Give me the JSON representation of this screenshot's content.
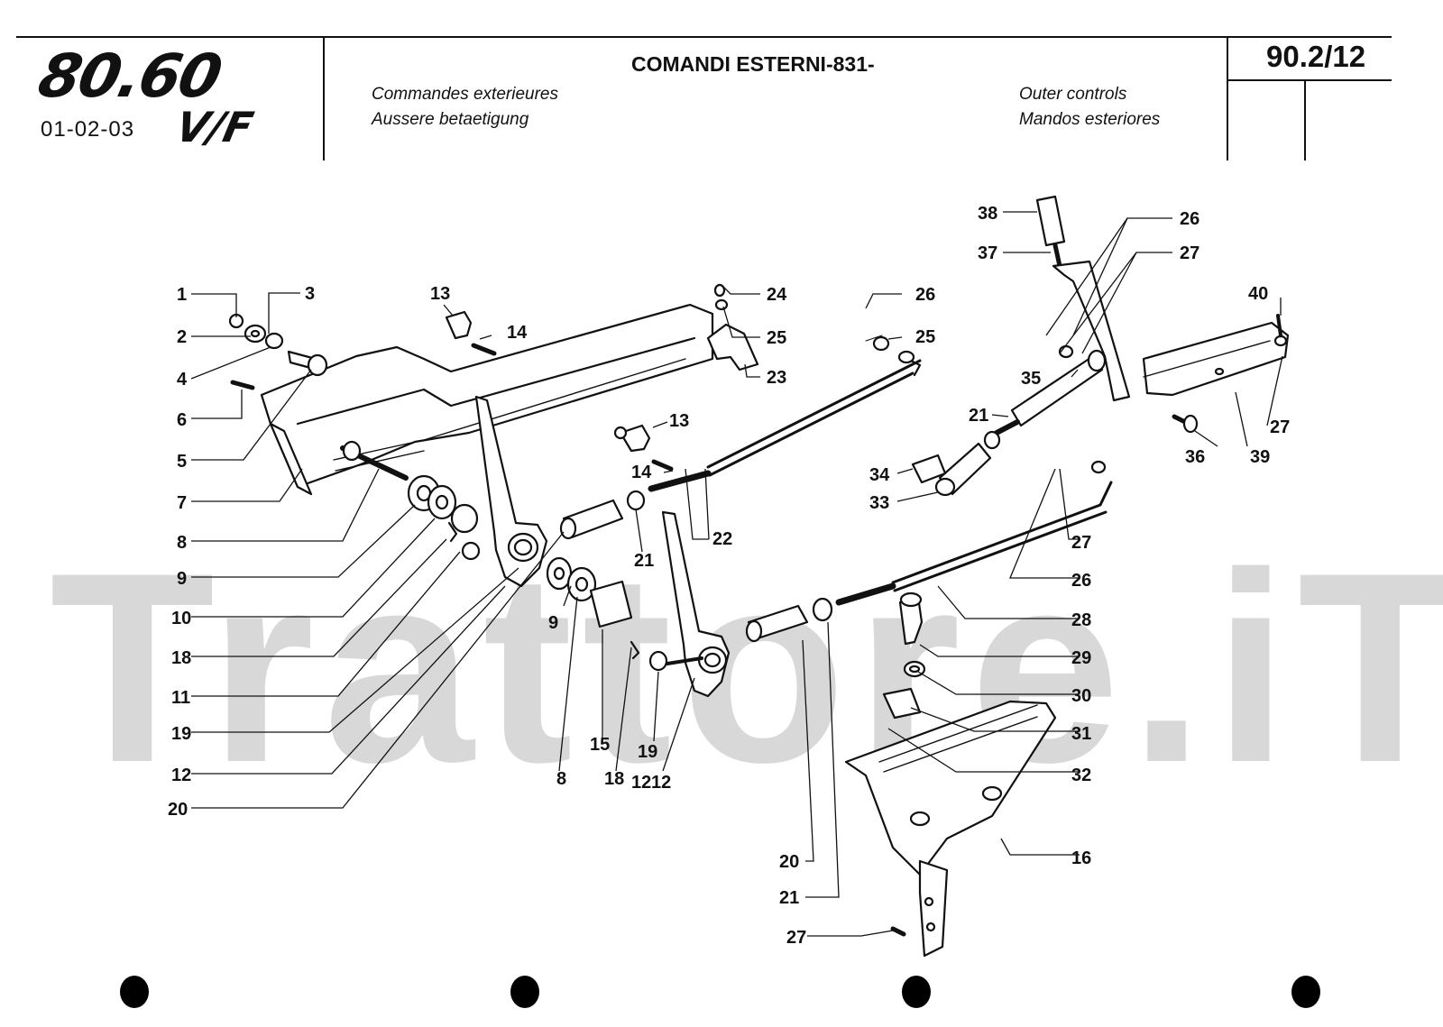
{
  "header": {
    "logo_top": "80.60",
    "logo_vf": "V/F",
    "model_codes": "01-02-03",
    "title": "COMANDI ESTERNI-831-",
    "subtitle_fr": "Commandes exterieures",
    "subtitle_de": "Aussere betaetigung",
    "subtitle_en": "Outer controls",
    "subtitle_es": "Mandos esteriores",
    "page_number": "90.2/12"
  },
  "watermark": "Trattore.iT",
  "callouts": [
    "1",
    "2",
    "3",
    "4",
    "6",
    "5",
    "7",
    "8",
    "9",
    "10",
    "18",
    "11",
    "19",
    "12",
    "20",
    "13",
    "14",
    "24",
    "25",
    "23",
    "13",
    "14",
    "21",
    "22",
    "26",
    "25",
    "9",
    "8",
    "15",
    "18",
    "19",
    "12",
    "8",
    "18",
    "12",
    "20",
    "21",
    "38",
    "37",
    "26",
    "27",
    "40",
    "35",
    "21",
    "34",
    "33",
    "27",
    "36",
    "39",
    "27",
    "26",
    "28",
    "29",
    "30",
    "31",
    "32",
    "16",
    "27"
  ]
}
